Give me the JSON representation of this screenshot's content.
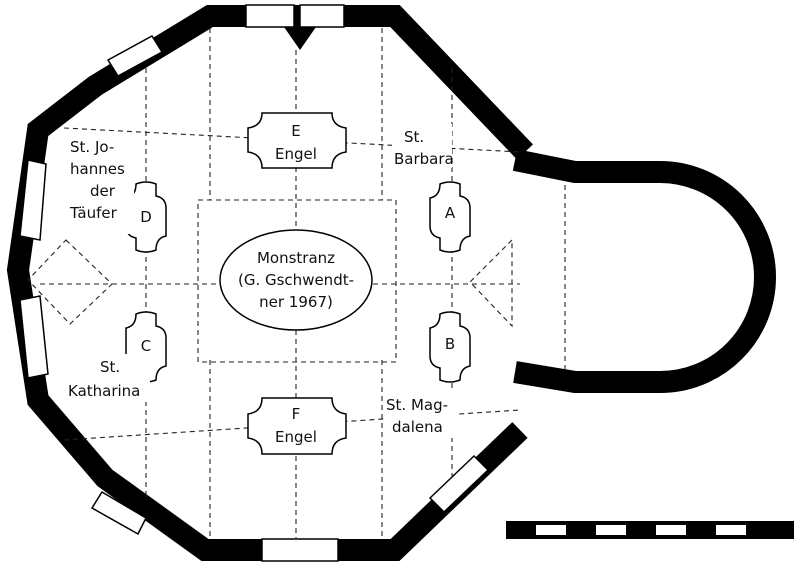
{
  "labels": {
    "e_letter": "E",
    "e_word": "Engel",
    "f_letter": "F",
    "f_word": "Engel",
    "a": "A",
    "b": "B",
    "c": "C",
    "d": "D",
    "monstranz_1": "Monstranz",
    "monstranz_2": "(G. Gschwendt-",
    "monstranz_3": "ner 1967)",
    "johannes_1": "St. Jo-",
    "johannes_2": "hannes",
    "johannes_3": "der",
    "johannes_4": "Täufer",
    "barbara_1": "St.",
    "barbara_2": "Barbara",
    "katharina_1": "St.",
    "katharina_2": "Katharina",
    "magdalena_1": "St. Mag-",
    "magdalena_2": "dalena"
  }
}
